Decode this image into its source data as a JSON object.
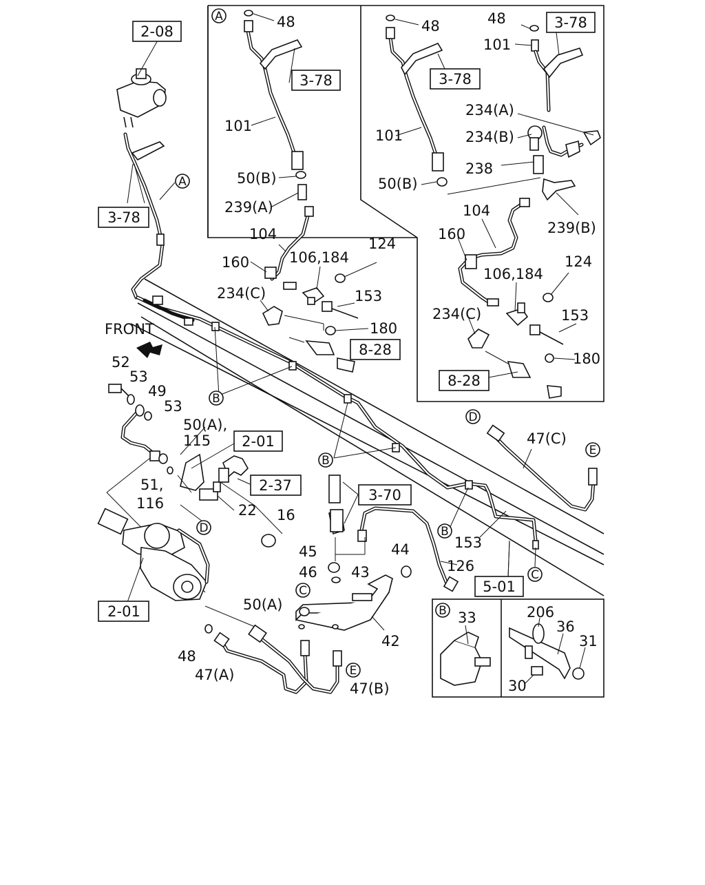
{
  "refs": {
    "r208": "2-08",
    "r378_main": "3-78",
    "r378_a_left": "3-78",
    "r378_a_mid": "3-78",
    "r378_a_right": "3-78",
    "r828_a": "8-28",
    "r828_b": "8-28",
    "r201_top": "2-01",
    "r201_bottom": "2-01",
    "r237": "2-37",
    "r370": "3-70",
    "r501": "5-01"
  },
  "labels": {
    "front": "FRONT",
    "p48_a1": "48",
    "p48_a2": "48",
    "p48_a3": "48",
    "p48_low": "48",
    "p101_a1": "101",
    "p101_a2": "101",
    "p101_a3": "101",
    "p50b_a1": "50(B)",
    "p50b_a2": "50(B)",
    "p239a": "239(A)",
    "p239b": "239(B)",
    "p104_a1": "104",
    "p104_a2": "104",
    "p160_a1": "160",
    "p160_a2": "160",
    "p106_a1": "106,184",
    "p106_a2": "106,184",
    "p124_a1": "124",
    "p124_a2": "124",
    "p234c_a1": "234(C)",
    "p234c_a2": "234(C)",
    "p153_a1": "153",
    "p153_a2": "153",
    "p153_main": "153",
    "p180_a1": "180",
    "p180_a2": "180",
    "p234a": "234(A)",
    "p234b": "234(B)",
    "p238": "238",
    "p52": "52",
    "p53_1": "53",
    "p53_2": "53",
    "p49": "49",
    "p50a_115_l1": "50(A),",
    "p50a_115_l2": "115",
    "p51_116_l1": "51,",
    "p51_116_l2": "116",
    "p22": "22",
    "p16": "16",
    "p45": "45",
    "p46": "46",
    "p43": "43",
    "p44": "44",
    "p126": "126",
    "p42": "42",
    "p50a": "50(A)",
    "p47a": "47(A)",
    "p47b": "47(B)",
    "p47c": "47(C)",
    "p33": "33",
    "p206": "206",
    "p36": "36",
    "p31": "31",
    "p30": "30"
  },
  "callouts": {
    "A": "A",
    "B": "B",
    "C": "C",
    "D": "D",
    "E": "E"
  }
}
